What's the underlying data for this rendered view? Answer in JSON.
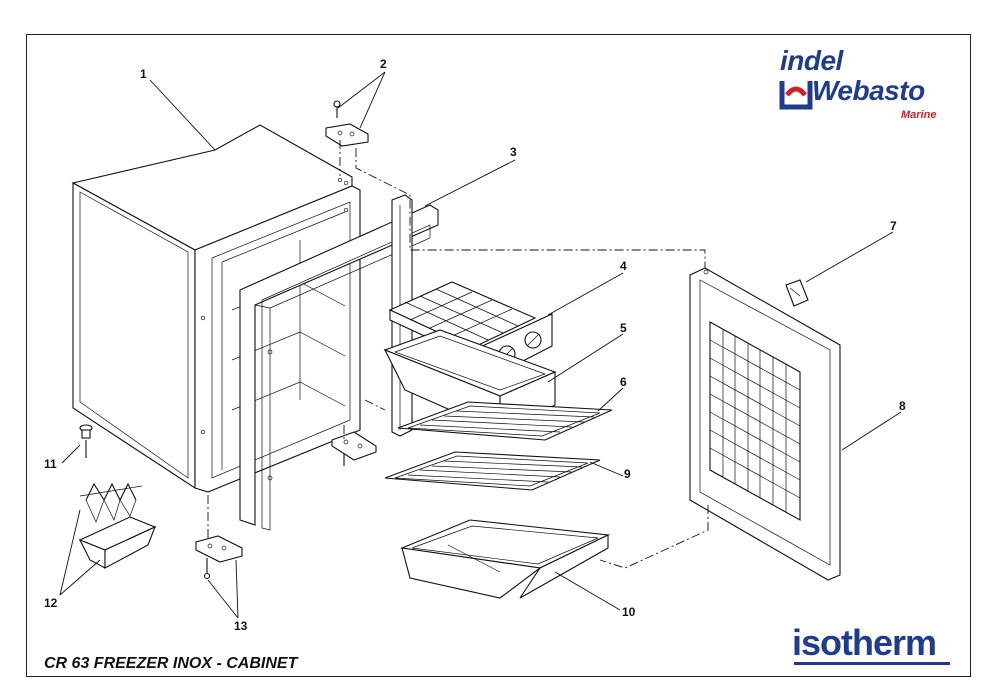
{
  "caption": "CR 63 FREEZER INOX - CABINET",
  "brand": {
    "indel": "indel",
    "webasto": "Webasto",
    "marine": "Marine",
    "isotherm": "isotherm",
    "colors": {
      "blue": "#1f3c8f",
      "red": "#d32027"
    }
  },
  "callouts": [
    "1",
    "2",
    "3",
    "4",
    "5",
    "6",
    "7",
    "8",
    "9",
    "10",
    "11",
    "12",
    "13"
  ]
}
